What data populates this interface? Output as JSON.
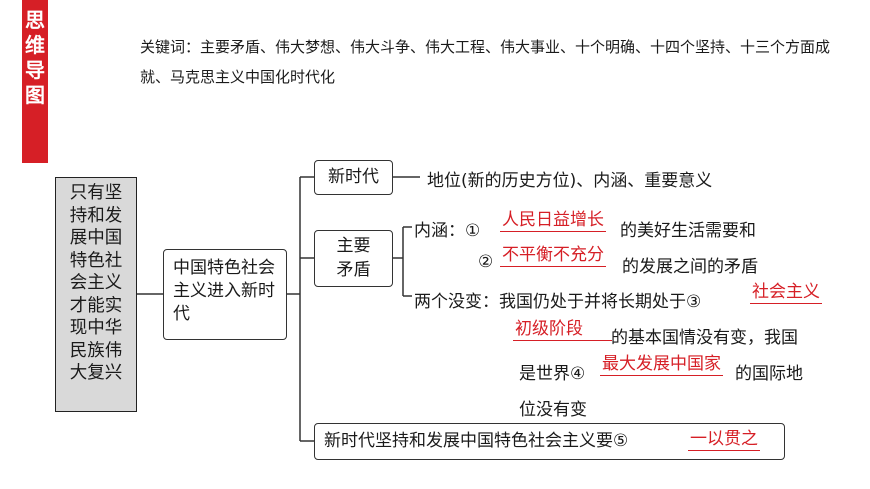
{
  "side_tab": "思维导图",
  "keywords": "关键词：主要矛盾、伟大梦想、伟大斗争、伟大工程、伟大事业、十个明确、十四个坚持、十三个方面成就、马克思主义中国化时代化",
  "root": "只有坚持和发展中国特色社会主义才能实现中华民族伟大复兴",
  "mid": "中国特色社会主义进入新时代",
  "branch1": {
    "label": "新时代",
    "text": "地位(新的历史方位)、内涵、重要意义"
  },
  "branch2": {
    "label": "主要矛盾",
    "neihan_label": "内涵：①",
    "ans1": "人民日益增长",
    "after1": "的美好生活需要和",
    "num2": "②",
    "ans2": "不平衡不充分",
    "after2": "的发展之间的矛盾",
    "liang_prefix": "两个没变：我国仍处于并将长期处于③",
    "ans3": "社会主义",
    "ans3b": "初级阶段",
    "after3": "的基本国情没有变，我国",
    "shi": "是世界④",
    "ans4": "最大发展中国家",
    "after4": "的国际地",
    "after4b": "位没有变"
  },
  "branch3": {
    "label": "新时代坚持和发展中国特色社会主义要⑤",
    "ans5": "一以贯之"
  }
}
